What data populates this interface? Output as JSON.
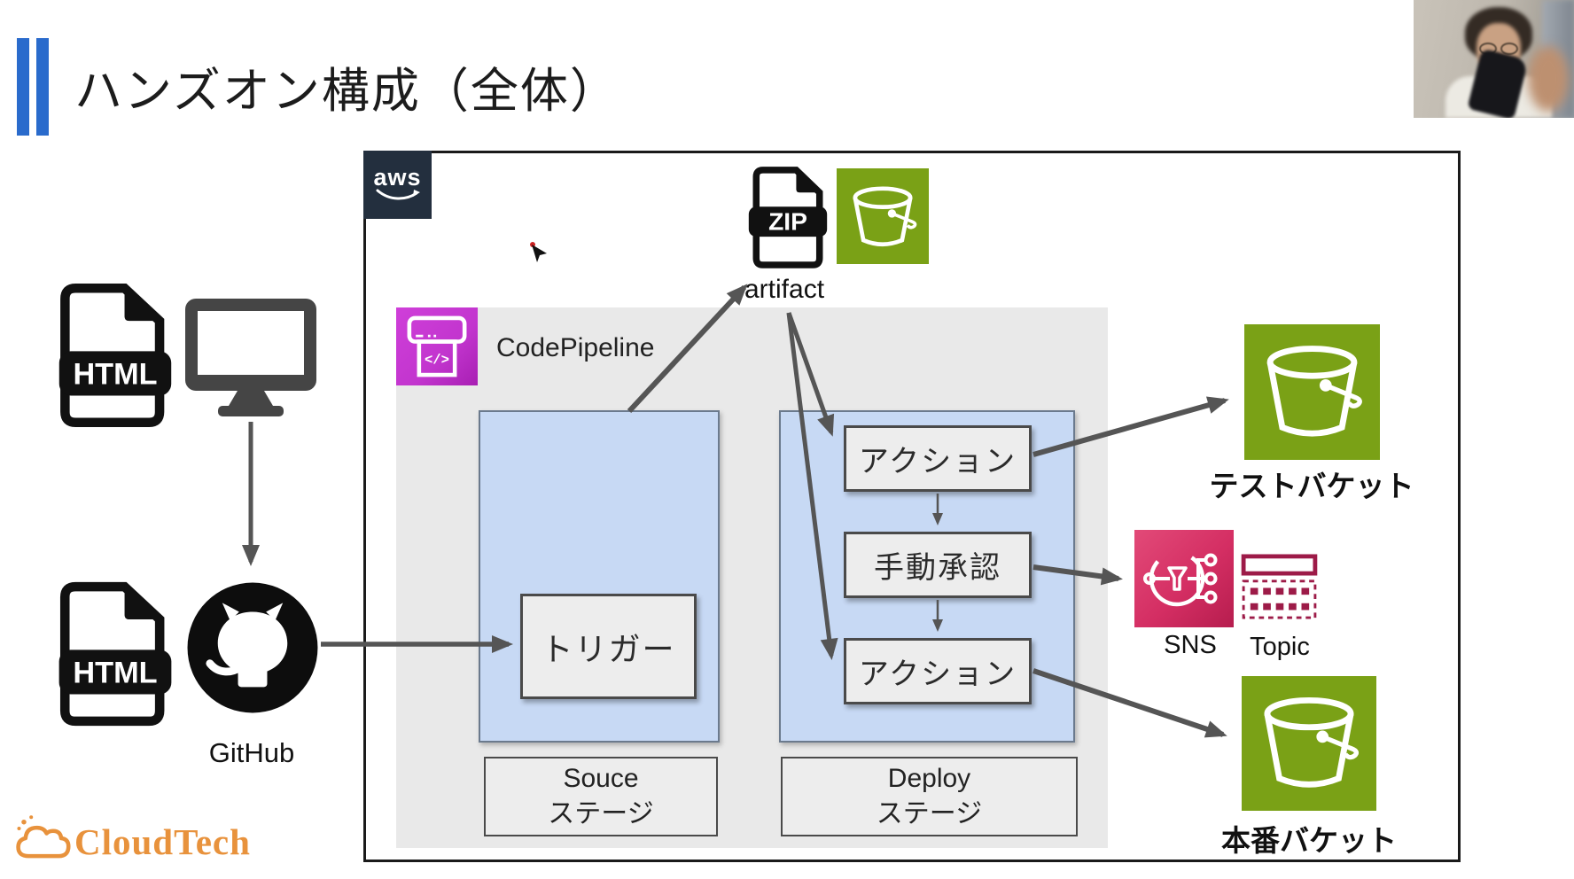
{
  "title": "ハンズオン構成（全体）",
  "colors": {
    "accent_bar_blue": "#2A6BCC",
    "aws_navy": "#232F3E",
    "s3_green": "#7AA116",
    "codepipeline_magenta": "#C235CE",
    "sns_pink": "#D42E63",
    "topic_maroon": "#9D1B48",
    "stage_blue": "#C7D9F4",
    "container_gray": "#E9E9E9",
    "box_gray": "#EDEDED",
    "arrow_gray": "#555555",
    "cloudtech_orange": "#E8923C"
  },
  "icon_names": [
    "html-file-icon",
    "monitor-icon",
    "github-octocat-icon",
    "aws-smile-logo",
    "zip-file-icon",
    "s3-bucket-icon",
    "codepipeline-icon",
    "sns-icon",
    "sns-topic-icon",
    "cloud-logo-icon",
    "mouse-cursor"
  ],
  "left_flow": {
    "html_label": "HTML",
    "github_label": "GitHub"
  },
  "aws_box": {
    "logo_text": "aws"
  },
  "artifact": {
    "zip_label": "ZIP",
    "label": "artifact"
  },
  "pipeline": {
    "service_label": "CodePipeline",
    "icon_glyph": "</>",
    "source_stage": {
      "trigger_label": "トリガー",
      "stage_label_line1": "Souce",
      "stage_label_line2": "ステージ"
    },
    "deploy_stage": {
      "action1_label": "アクション",
      "approval_label": "手動承認",
      "action2_label": "アクション",
      "stage_label_line1": "Deploy",
      "stage_label_line2": "ステージ"
    }
  },
  "right_flow": {
    "test_bucket_label": "テストバケット",
    "sns_label": "SNS",
    "topic_label": "Topic",
    "prod_bucket_label": "本番バケット"
  },
  "footer": {
    "brand": "CloudTech"
  }
}
